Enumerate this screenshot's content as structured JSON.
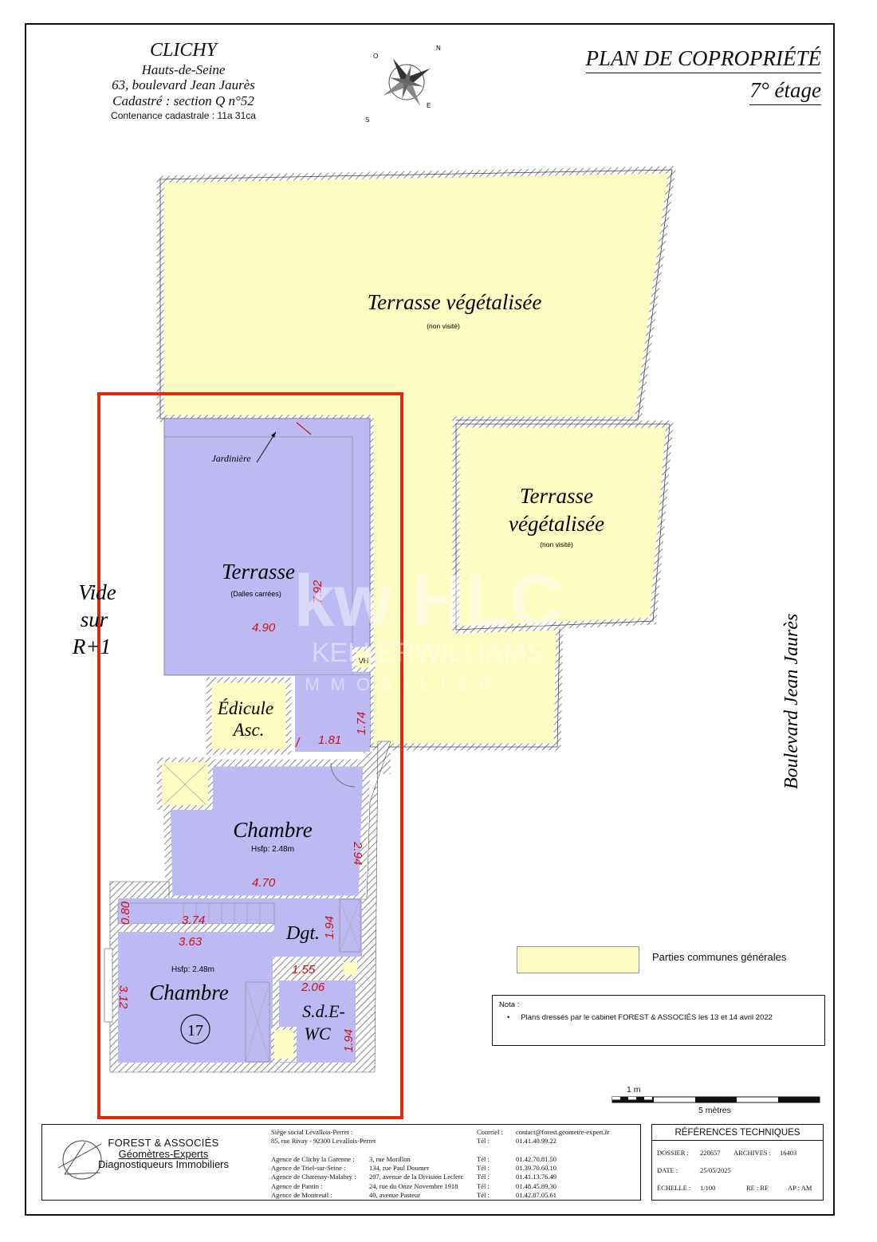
{
  "header": {
    "city": "CLICHY",
    "department": "Hauts-de-Seine",
    "address": "63, boulevard Jean Jaurès",
    "cadastre": "Cadastré : section Q n°52",
    "contenance": "Contenance cadastrale : 11a 31ca",
    "plan_title": "PLAN DE COPROPRIÉTÉ",
    "floor": "7° étage"
  },
  "compass_letters": {
    "n": "N",
    "s": "S",
    "e": "E",
    "o": "O"
  },
  "areas": {
    "terrasse_veg_1": {
      "label": "Terrasse végétalisée",
      "note": "(non visité)"
    },
    "terrasse_veg_2": {
      "label_line1": "Terrasse",
      "label_line2": "végétalisée",
      "note": "(non visité)"
    },
    "vide": {
      "line1": "Vide",
      "line2": "sur",
      "line3": "R+1"
    },
    "street": "Boulevard Jean Jaurès"
  },
  "rooms": {
    "terrasse": {
      "label": "Terrasse",
      "note": "(Dalles carrées)",
      "jardiniere": "Jardinière"
    },
    "edicule": {
      "line1": "Édicule",
      "line2": "Asc."
    },
    "vh": "VH",
    "chambre1": {
      "label": "Chambre",
      "hsfp": "Hsfp: 2.48m"
    },
    "dgt": "Dgt.",
    "chambre2": {
      "label": "Chambre",
      "hsfp": "Hsfp: 2.48m",
      "lot": "17"
    },
    "sde": {
      "line1": "S.d.E-",
      "line2": "WC"
    }
  },
  "dimensions": [
    "7.92",
    "4.90",
    "1.74",
    "1.81",
    "2.94",
    "4.70",
    "0.80",
    "3.74",
    "3.63",
    "1.94",
    "1.55",
    "2.06",
    "3.12",
    "1.94"
  ],
  "watermark": {
    "logo": "kw HLC",
    "line1": "KELLERWILLIAMS",
    "line2": "IMMOBILIER"
  },
  "legend": {
    "label": "Parties communes générales",
    "color": "#fbfbc2"
  },
  "nota": {
    "title": "Nota :",
    "item": "Plans dressés par le cabinet FOREST & ASSOCIÉS les 13 et 14 avril 2022"
  },
  "scale": {
    "top": "1 m",
    "bottom": "5 mètres"
  },
  "title_block": {
    "firm": "FOREST & ASSOCIÉS",
    "firm_sub1": "Géomètres-Experts",
    "firm_sub2": "Diagnostiqueurs Immobiliers",
    "offices": [
      {
        "name": "Siège social Levallois-Perret :",
        "addr": ""
      },
      {
        "name": "85, rue Rivay - 92300 Levallois-Perret",
        "addr": ""
      },
      {
        "name": "",
        "addr": ""
      },
      {
        "name": "Agence de Clichy la Garenne :",
        "addr": "3, rue Morillon"
      },
      {
        "name": "Agence de Triel-sur-Seine :",
        "addr": "134, rue Paul Doumer"
      },
      {
        "name": "Agence de Chatenay-Malabry :",
        "addr": "207, avenue de la Division Leclerc"
      },
      {
        "name": "Agence de Pantin :",
        "addr": "24, rue du Onze Novembre 1918"
      },
      {
        "name": "Agence de Montreuil :",
        "addr": "40, avenue Pasteur"
      }
    ],
    "contacts": [
      {
        "k": "Courriel :",
        "v": "contact@forest.geometre-expert.fr"
      },
      {
        "k": "Tél :",
        "v": "01.41.40.99.22"
      },
      {
        "k": "",
        "v": ""
      },
      {
        "k": "Tél :",
        "v": "01.42.70.81.50"
      },
      {
        "k": "Tél :",
        "v": "01.39.70.60.10"
      },
      {
        "k": "Tél :",
        "v": "01.41.13.76.49"
      },
      {
        "k": "Tél :",
        "v": "01.48.45.89.30"
      },
      {
        "k": "Tél :",
        "v": "01.42.87.05.61"
      }
    ]
  },
  "references": {
    "title": "RÉFÉRENCES TECHNIQUES",
    "dossier_label": "DOSSIER :",
    "dossier": "220657",
    "archives_label": "ARCHIVES :",
    "archives": "16403",
    "date_label": "DATE :",
    "date": "25/05/2025",
    "echelle_label": "ÉCHELLE :",
    "echelle": "1/100",
    "re_label": "RE : RF",
    "ap_label": "AP : AM"
  },
  "colors": {
    "common": "#fbfbc2",
    "private": "#bdb9f3",
    "highlight": "#dd2a10",
    "dim": "#cc1010",
    "hatch": "#777777"
  }
}
